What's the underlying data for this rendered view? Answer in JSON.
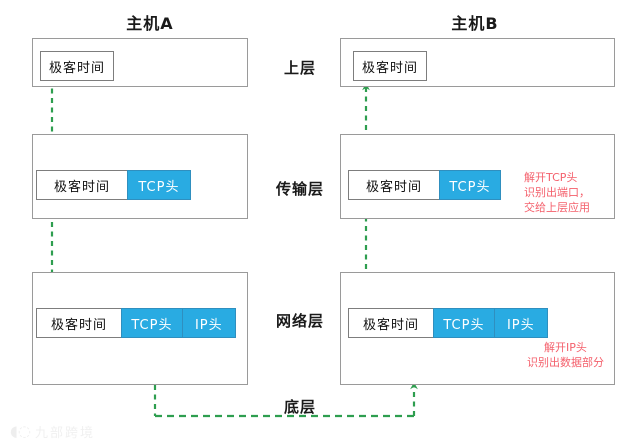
{
  "diagram": {
    "title_left": "主机A",
    "title_right": "主机B",
    "layer_labels": {
      "upper": "上层",
      "transport": "传输层",
      "network": "网络层",
      "bottom": "底层"
    }
  },
  "segments": {
    "data": "极客时间",
    "tcp_header": "TCP头",
    "ip_header": "IP头"
  },
  "packets": {
    "left_upper": [
      "极客时间"
    ],
    "left_transport": [
      "极客时间",
      "TCP头"
    ],
    "left_network": [
      "极客时间",
      "TCP头",
      "IP头"
    ],
    "right_upper": [
      "极客时间"
    ],
    "right_transport": [
      "极客时间",
      "TCP头"
    ],
    "right_network": [
      "极客时间",
      "TCP头",
      "IP头"
    ]
  },
  "annotations": {
    "transport_note": {
      "line1": "解开TCP头",
      "line2": "识别出端口，",
      "line3": "交给上层应用"
    },
    "network_note": {
      "line1": "解开IP头",
      "line2": "识别出数据部分"
    }
  },
  "watermark": {
    "glyph": "◖◌",
    "text": "九部跨境"
  },
  "colors": {
    "header_blue": "#29ABE2",
    "arrow_green": "#2E9E4F",
    "note_red": "#f4606c",
    "box_border": "#9a9a9a"
  }
}
